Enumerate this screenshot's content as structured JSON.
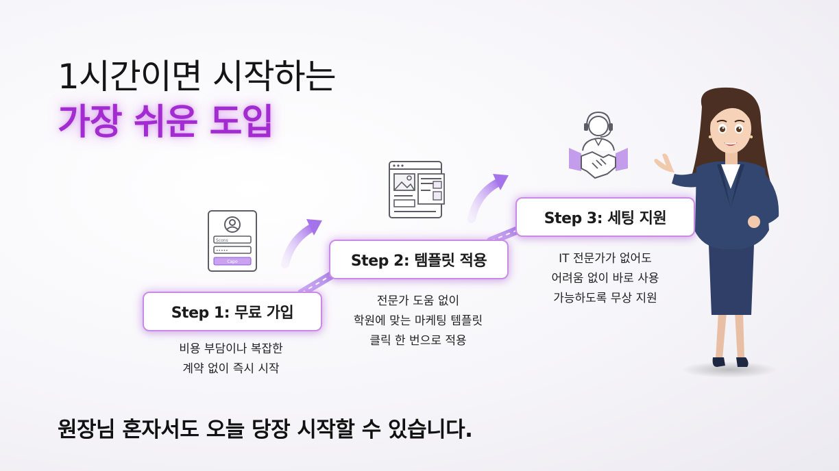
{
  "headline": {
    "line1": "1시간이면 시작하는",
    "line2": "가장 쉬운 도입"
  },
  "steps": [
    {
      "label": "Step 1: 무료 가입",
      "description": [
        "비용 부담이나 복잡한",
        "계약 없이 즉시 시작"
      ],
      "icon": "signup-form-icon",
      "form_text": {
        "field1": "Scons",
        "field2": "•••••",
        "button": "Capo"
      }
    },
    {
      "label": "Step 2: 템플릿 적용",
      "description": [
        "전문가 도움 없이",
        "학원에 맞는 마케팅 템플릿",
        "클릭 한 번으로 적용"
      ],
      "icon": "template-layout-icon"
    },
    {
      "label": "Step 3: 세팅 지원",
      "description": [
        "IT 전문가가 없어도",
        "어려움 없이 바로 사용",
        "가능하도록 무상 지원"
      ],
      "icon": "support-agent-handshake-icon"
    }
  ],
  "bottom": {
    "text": "원장님 혼자서도 오늘 당장 시작할 수 있습니다."
  },
  "colors": {
    "accent": "#a22ccf",
    "box_border": "#c98be6",
    "path": "#b070e6"
  }
}
